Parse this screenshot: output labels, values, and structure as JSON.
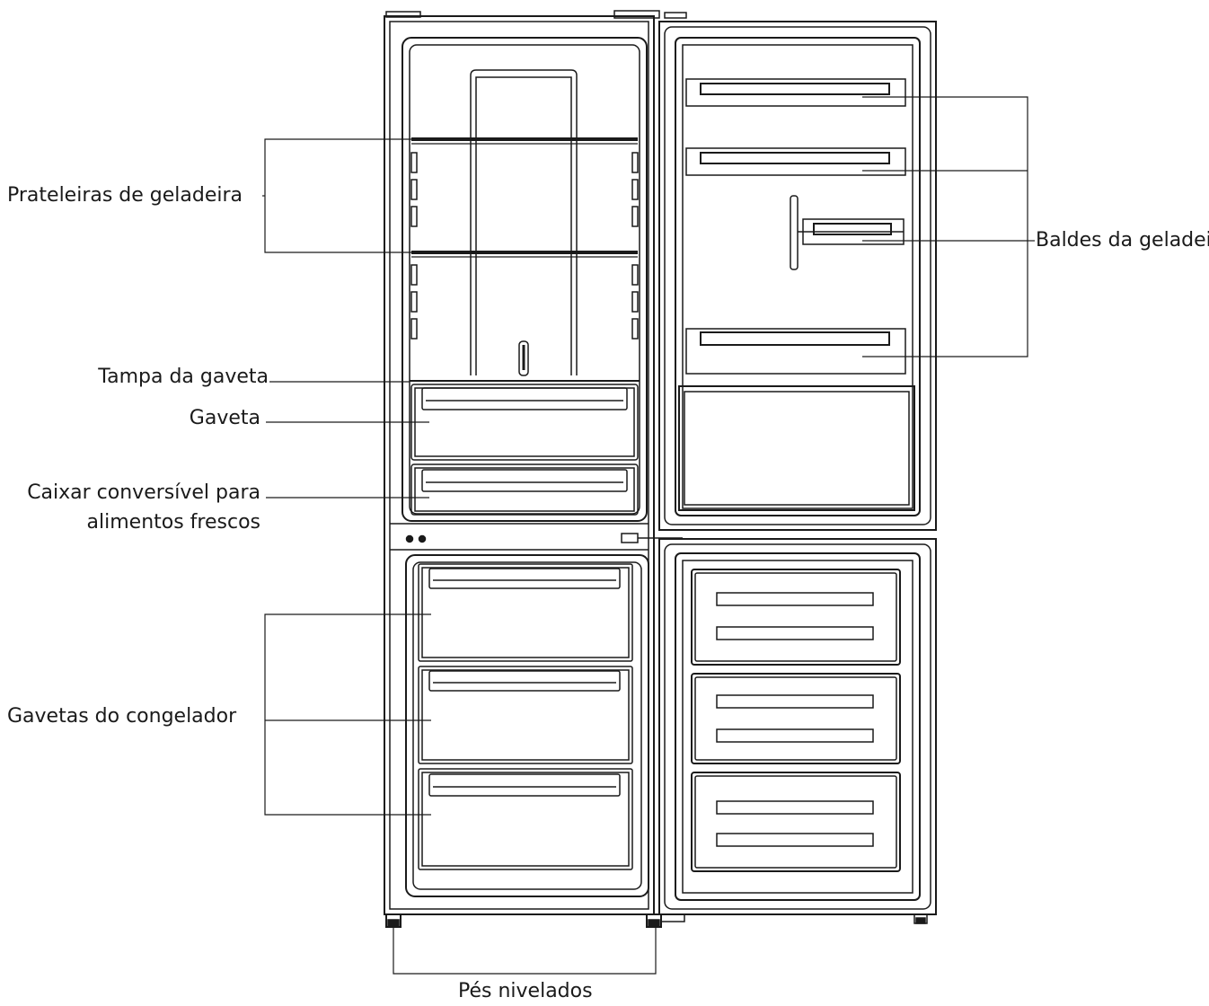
{
  "labels": {
    "fridge_shelves": "Prateleiras de geladeira",
    "drawer_cover": "Tampa da gaveta",
    "drawer": "Gaveta",
    "crisper_line1": "Caixar conversível para",
    "crisper_line2": "alimentos frescos",
    "freezer_drawers": "Gavetas do congelador",
    "door_bins": "Baldes da geladeira",
    "leveling_feet": "Pés nivelados"
  },
  "colors": {
    "line": "#1a1a1a",
    "background": "#ffffff"
  }
}
